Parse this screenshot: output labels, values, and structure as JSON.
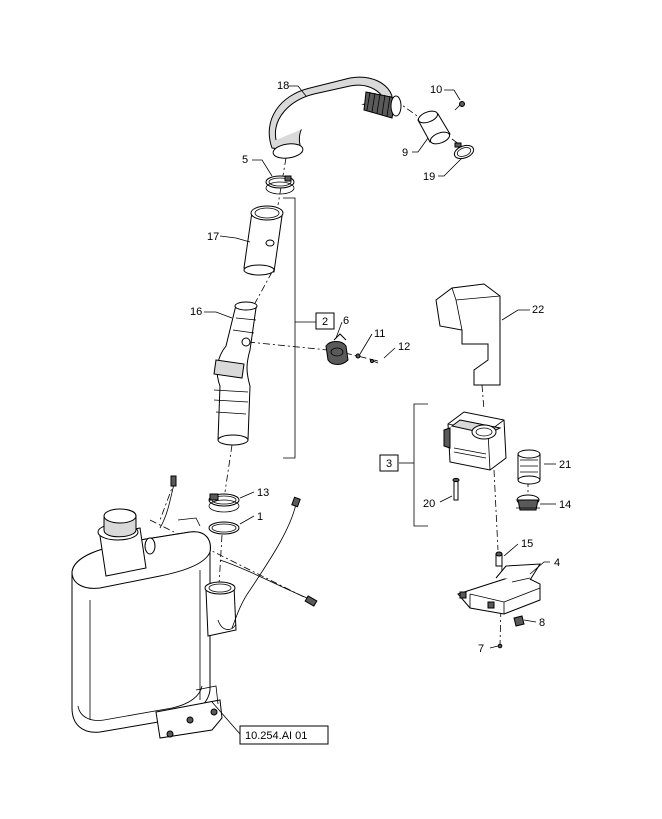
{
  "callouts": {
    "c1": "1",
    "c2": "2",
    "c3": "3",
    "c4": "4",
    "c5": "5",
    "c6": "6",
    "c7": "7",
    "c8": "8",
    "c9": "9",
    "c10": "10",
    "c11": "11",
    "c12": "12",
    "c13": "13",
    "c14": "14",
    "c15": "15",
    "c16": "16",
    "c17": "17",
    "c18": "18",
    "c19": "19",
    "c20": "20",
    "c21": "21",
    "c22": "22"
  },
  "reference": {
    "label": "10.254.AI 01"
  }
}
